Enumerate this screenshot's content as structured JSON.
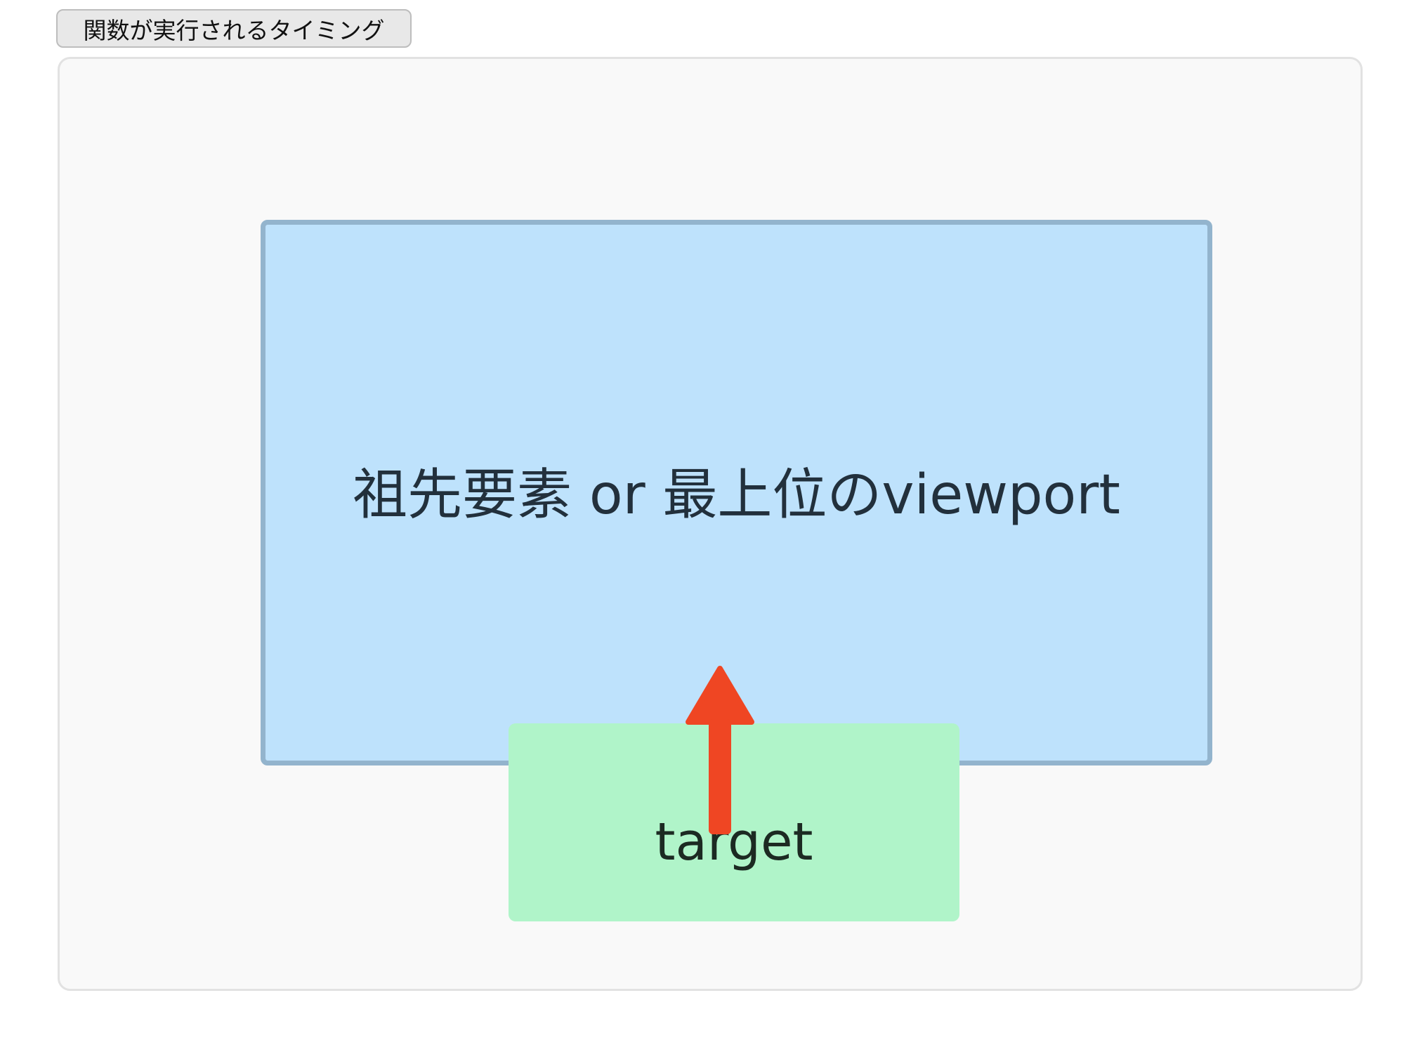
{
  "button": {
    "label": "関数が実行されるタイミング"
  },
  "demo": {
    "ancestor_label": "祖先要素 or 最上位のviewport",
    "target_label": "target",
    "arrow_icon": "up-arrow-icon"
  },
  "colors": {
    "ancestor_fill": "#bee2fc",
    "ancestor_border": "#93b4cd",
    "target_fill": "#b0f4c9",
    "arrow": "#ef4623"
  }
}
